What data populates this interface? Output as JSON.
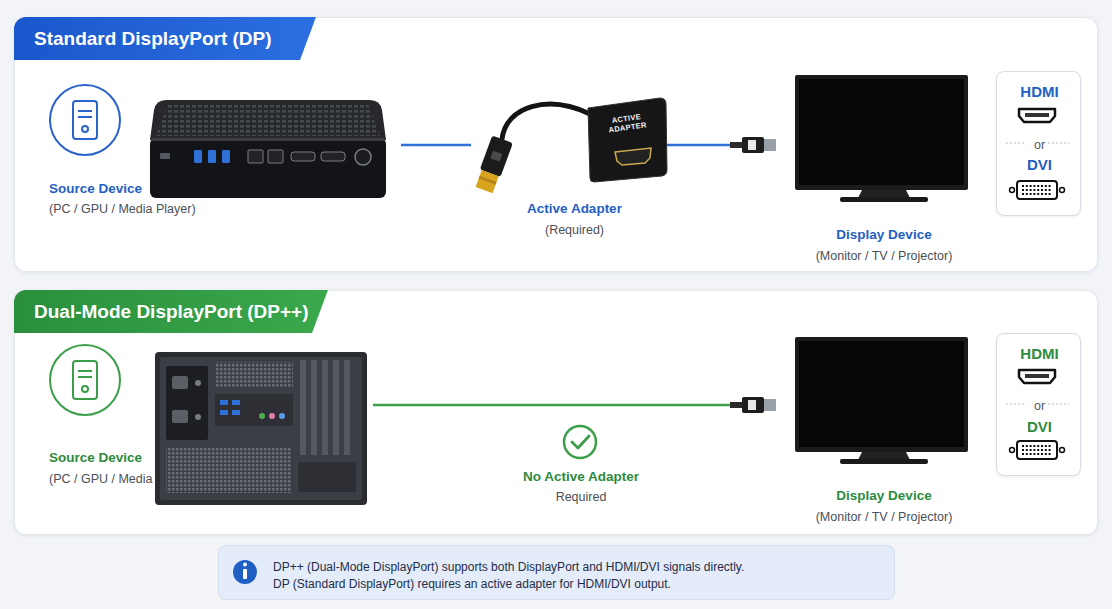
{
  "diagram": {
    "nodes": [
      {
        "text": [
          "Standard DisplayPort (DP)"
        ]
      },
      {
        "text": [
          "Source Device",
          "(PC / GPU / Media Player)"
        ],
        "in": 0
      },
      {
        "text": [
          "Active Adapter",
          "(Required)"
        ],
        "in": 0
      },
      {
        "text": [
          "Display Device",
          "(Monitor / TV / Projector)"
        ],
        "in": 0
      },
      {
        "text": [
          "HDMI",
          "or",
          "DVI"
        ],
        "in": 0
      },
      {
        "text": [
          "Dual-Mode DisplayPort (DP++)"
        ]
      },
      {
        "text": [
          "Source Device",
          "(PC / GPU / Media Player)"
        ],
        "in": 5
      },
      {
        "text": [
          "No Active Adapter",
          "Required"
        ],
        "in": 5
      },
      {
        "text": [
          "Display Device",
          "(Monitor / TV / Projector)"
        ],
        "in": 5
      },
      {
        "text": [
          "HDMI",
          "or",
          "DVI"
        ],
        "in": 5
      },
      {
        "text": [
          "DP++ (Dual-Mode DisplayPort) supports both DisplayPort and HDMI/DVI signals directly.",
          "DP (Standard DisplayPort) requires an active adapter for HDMI/DVI output."
        ]
      }
    ],
    "edges": [
      {
        "from": 1,
        "to": 2,
        "arrow": "none"
      },
      {
        "from": 2,
        "to": 3,
        "arrow": "none"
      },
      {
        "from": 6,
        "to": 8,
        "arrow": "none"
      }
    ],
    "labels": [
      "ACTIVE ADAPTER"
    ]
  }
}
